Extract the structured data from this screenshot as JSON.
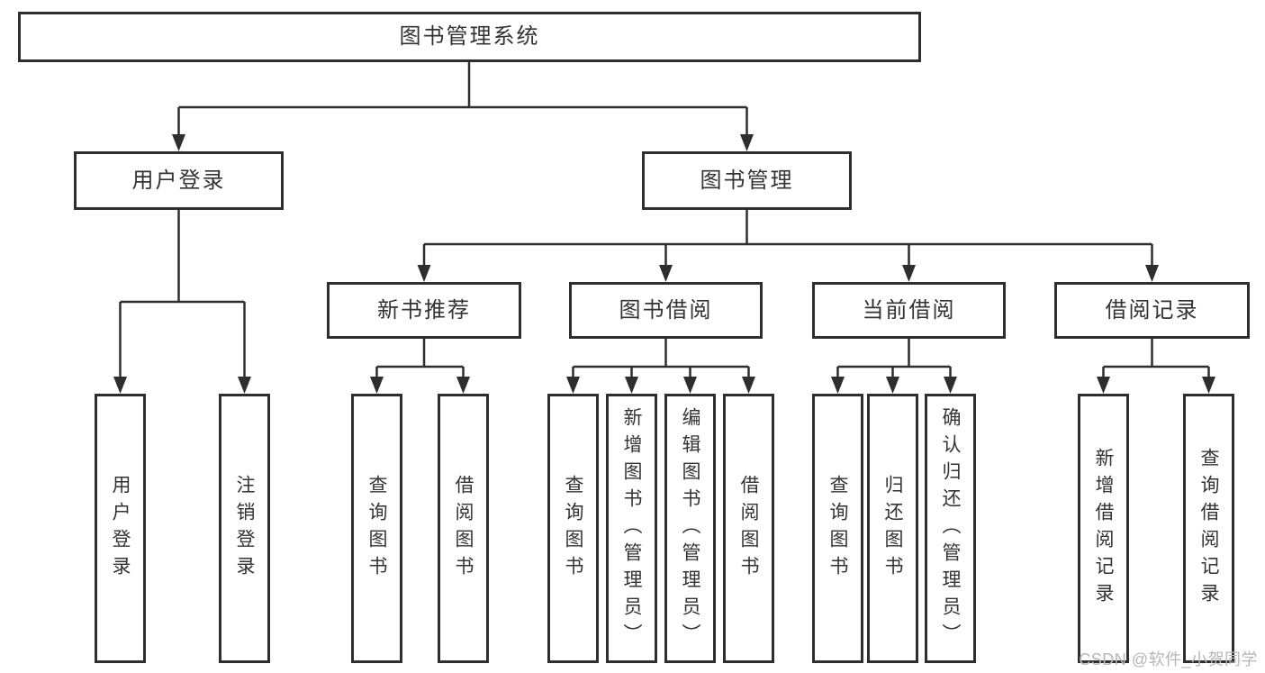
{
  "diagram": {
    "tree": {
      "label": "图书管理系统",
      "children": [
        {
          "label": "用户登录",
          "children": [
            {
              "label": "用户登录"
            },
            {
              "label": "注销登录"
            }
          ]
        },
        {
          "label": "图书管理",
          "children": [
            {
              "label": "新书推荐",
              "children": [
                {
                  "label": "查询图书"
                },
                {
                  "label": "借阅图书"
                }
              ]
            },
            {
              "label": "图书借阅",
              "children": [
                {
                  "label": "查询图书"
                },
                {
                  "label": "新增图书（管理员）"
                },
                {
                  "label": "编辑图书（管理员）"
                },
                {
                  "label": "借阅图书"
                }
              ]
            },
            {
              "label": "当前借阅",
              "children": [
                {
                  "label": "查询图书"
                },
                {
                  "label": "归还图书"
                },
                {
                  "label": "确认归还（管理员）"
                }
              ]
            },
            {
              "label": "借阅记录",
              "children": [
                {
                  "label": "新增借阅记录"
                },
                {
                  "label": "查询借阅记录"
                }
              ]
            }
          ]
        }
      ]
    }
  },
  "colors": {
    "line": "#2e2e2e",
    "text": "#333333",
    "watermark": "#b6b6b6",
    "background": "#ffffff"
  },
  "watermark": {
    "text": "CSDN @软件_小贺同学"
  }
}
